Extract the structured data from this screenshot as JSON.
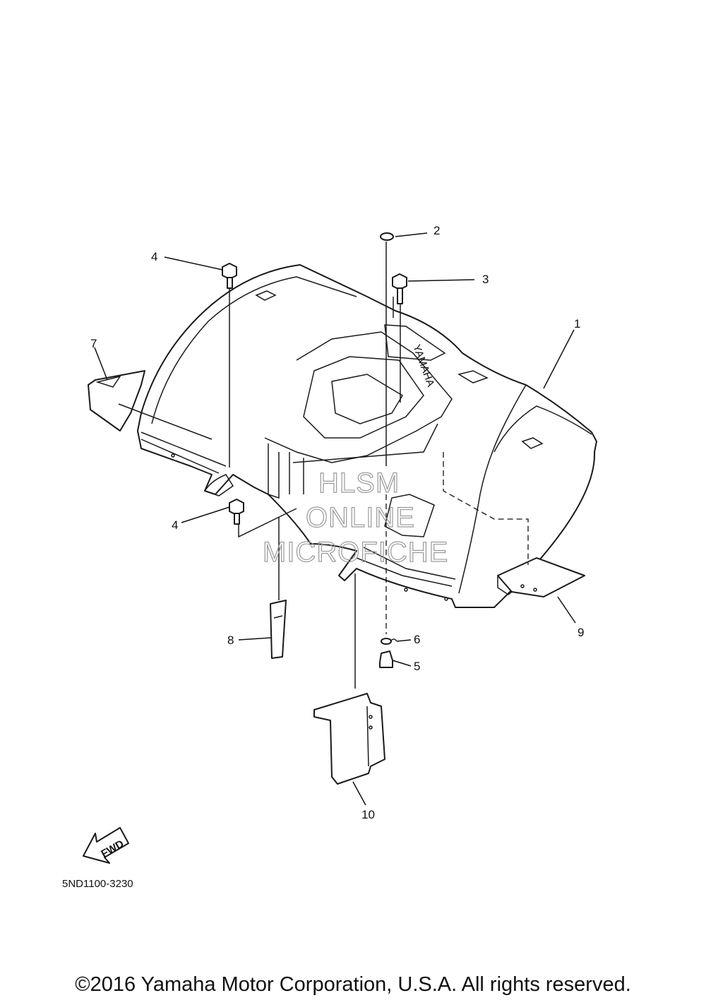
{
  "diagram": {
    "callouts": [
      {
        "id": "1",
        "label": "1"
      },
      {
        "id": "2",
        "label": "2"
      },
      {
        "id": "3",
        "label": "3"
      },
      {
        "id": "4a",
        "label": "4"
      },
      {
        "id": "4b",
        "label": "4"
      },
      {
        "id": "5",
        "label": "5"
      },
      {
        "id": "6",
        "label": "6"
      },
      {
        "id": "7",
        "label": "7"
      },
      {
        "id": "8",
        "label": "8"
      },
      {
        "id": "9",
        "label": "9"
      },
      {
        "id": "10",
        "label": "10"
      }
    ],
    "fender_marking": "YAMAHA",
    "fwd_label": "FWD",
    "diagram_code": "5ND1100-3230",
    "watermark": [
      "HLSM",
      "ONLINE",
      "MICROFICHE"
    ]
  },
  "footer": {
    "copyright": "©2016 Yamaha Motor Corporation, U.S.A. All rights reserved."
  }
}
